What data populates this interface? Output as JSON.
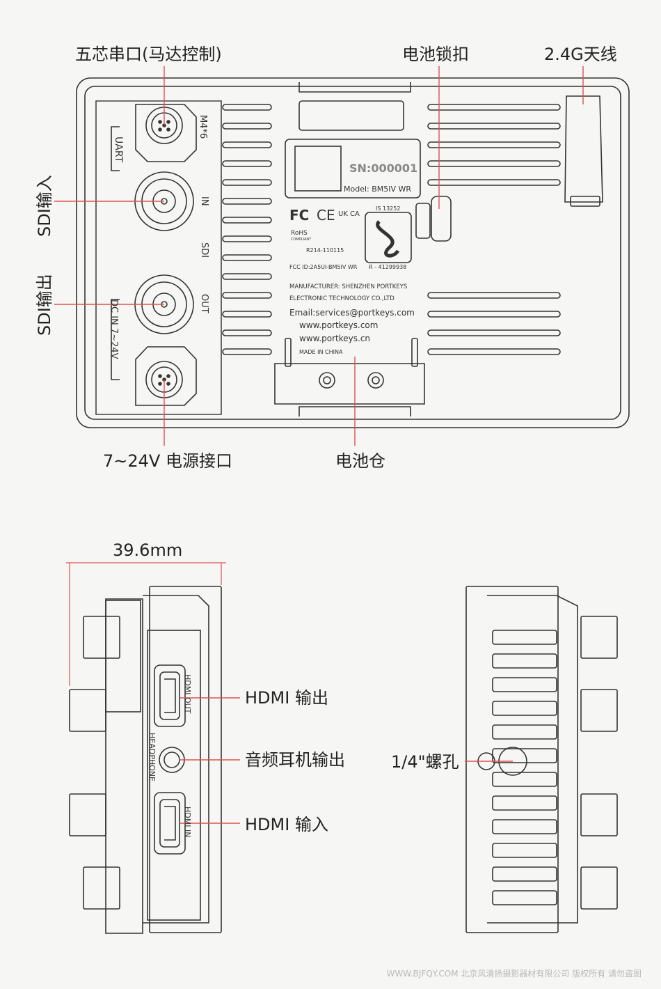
{
  "back_view": {
    "callouts": {
      "uart_port": "五芯串口(马达控制)",
      "battery_latch": "电池锁扣",
      "antenna": "2.4G天线",
      "sdi_in": "SDI输入",
      "sdi_out": "SDI输出",
      "power_port": "7~24V 电源接口",
      "battery_compartment": "电池仓"
    },
    "panel_labels": {
      "uart": "UART",
      "m4": "M4*6",
      "sdi_in_short": "IN",
      "sdi": "SDI",
      "sdi_out_short": "OUT",
      "dc_in": "DC IN 7~24V"
    },
    "sticker": {
      "serial": "SN:000001",
      "model": "Model: BM5IV WR",
      "is_number": "IS 13252",
      "fcc_mark": "FC",
      "ce_mark": "CE",
      "ukca_mark": "UK CA",
      "rohs": "RoHS",
      "rohs_sub": "COMPLIANT",
      "r_number": "R214-110115",
      "fcc_id": "FCC ID:2A5UI-BM5IV WR",
      "r_code": "R - 41299938",
      "manufacturer_line1": "MANUFACTURER: SHENZHEN PORTKEYS",
      "manufacturer_line2": "ELECTRONIC TECHNOLOGY CO.,LTD",
      "email": "Email:services@portkeys.com",
      "web1": "www.portkeys.com",
      "web2": "www.portkeys.cn",
      "made_in": "MADE IN CHINA"
    }
  },
  "side_view": {
    "dimension": "39.6mm",
    "panel_labels": {
      "hdmi_out": "HDMI OUT",
      "headphone": "HEADPHONE",
      "hdmi_in": "HDMI IN"
    },
    "callouts": {
      "hdmi_out": "HDMI 输出",
      "headphone": "音频耳机输出",
      "hdmi_in": "HDMI 输入"
    }
  },
  "other_side_view": {
    "callouts": {
      "screw_hole": "1/4\"螺孔"
    }
  },
  "watermark": "WWW.BJFQY.COM 北京风清扬摄影器材有限公司 版权所有 请勿盗图"
}
